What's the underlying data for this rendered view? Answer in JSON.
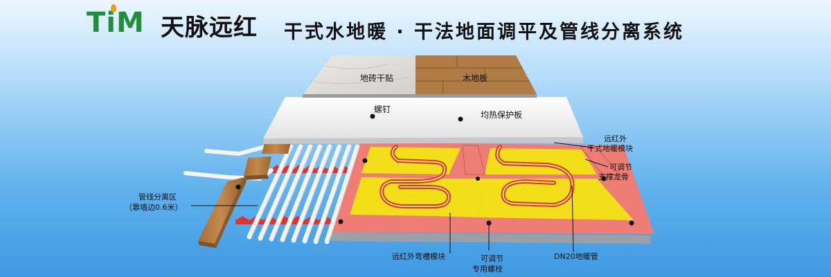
{
  "header": {
    "logo_text": "TiM",
    "brand_name": "天脉远红",
    "title": "干式水地暖 · 干法地面调平及管线分离系统"
  },
  "labels": {
    "tile": "地砖干贴",
    "wood": "木地板",
    "screw": "螺钉",
    "heat_plate": "均热保护板",
    "module_line1": "远红外",
    "module_line2": "干式地暖模块",
    "joist_line1": "可调节",
    "joist_line2": "支撑龙骨",
    "pipe_zone_line1": "管线分离区",
    "pipe_zone_line2": "（靠墙边0.6米）",
    "bend_module": "远红外弯槽模块",
    "bolt_line1": "可调节",
    "bolt_line2": "专用螺栓",
    "pipe": "DN20地暖管"
  },
  "colors": {
    "brand_green": "#1f8f3c",
    "yellow_module": "#f2df1a",
    "pink_border": "#ee7d76",
    "heat_pipe": "#e0332d",
    "wood": "#b37a3e",
    "tile": "#e3e1dc",
    "heat_plate": "#f2f2f2"
  }
}
